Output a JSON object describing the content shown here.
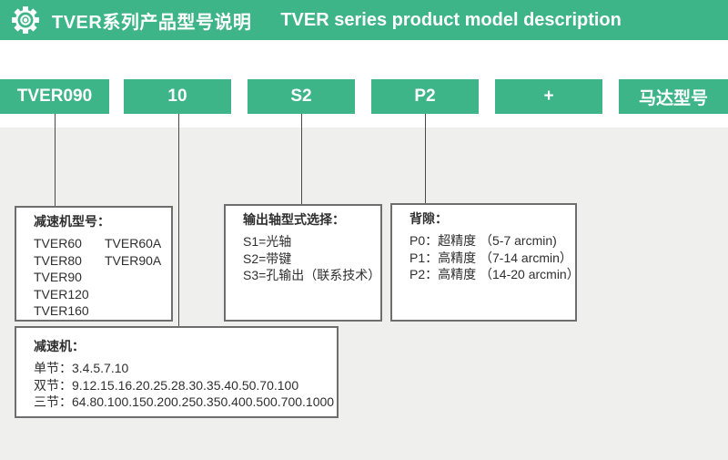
{
  "colors": {
    "accent_green": "#3EB489",
    "background_gray": "#EFEFEE",
    "box_border": "#6E6E6E",
    "connector_line": "#4A4A4A",
    "text": "#2F2F2F",
    "header_text": "#FFFFFF"
  },
  "header": {
    "title_zh": "TVER系列产品型号说明",
    "title_en": "TVER series product model description"
  },
  "segments": [
    "TVER090",
    "10",
    "S2",
    "P2",
    "+",
    "马达型号"
  ],
  "boxes": {
    "gearbox_model": {
      "title": "减速机型号：",
      "rows": [
        [
          "TVER60",
          "TVER60A"
        ],
        [
          "TVER80",
          "TVER90A"
        ],
        [
          "TVER90",
          ""
        ],
        [
          "TVER120",
          ""
        ],
        [
          "TVER160",
          ""
        ]
      ]
    },
    "output_shaft": {
      "title": "输出轴型式选择：",
      "items": [
        "S1=光轴",
        "S2=带键",
        "S3=孔输出（联系技术）"
      ]
    },
    "backlash": {
      "title": "背隙：",
      "items": [
        "P0：超精度 （5-7 arcmin)",
        "P1：高精度 （7-14 arcmin）",
        "P2：高精度 （14-20 arcmin）"
      ]
    },
    "reducer_ratios": {
      "title": "减速机：",
      "items": [
        "单节：3.4.5.7.10",
        "双节：9.12.15.16.20.25.28.30.35.40.50.70.100",
        "三节：64.80.100.150.200.250.350.400.500.700.1000"
      ]
    }
  }
}
